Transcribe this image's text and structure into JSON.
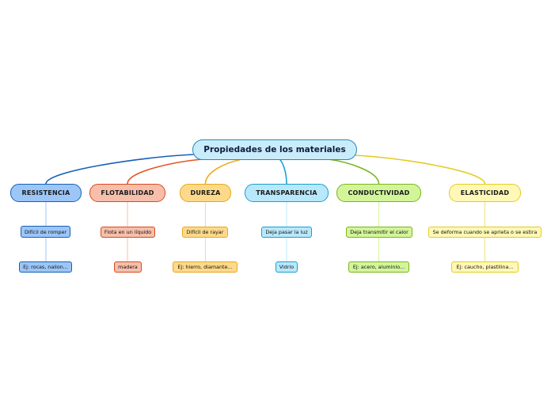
{
  "root": {
    "label": "Propiedades de los materiales",
    "fill": "#c9ecfb",
    "stroke": "#2a87b8"
  },
  "branches": [
    {
      "label": "RESISTENCIA",
      "fill": "#9cc6f7",
      "stroke": "#1761b6",
      "line": "#1761b6",
      "children": [
        "Difícil de romper",
        "Ej: rocas, nailon..."
      ]
    },
    {
      "label": "FLOTABILIDAD",
      "fill": "#f7bfab",
      "stroke": "#d84b1c",
      "line": "#e25525",
      "children": [
        "Flota en un líquido",
        "madera"
      ]
    },
    {
      "label": "DUREZA",
      "fill": "#fdd98a",
      "stroke": "#e7a81b",
      "line": "#efae1c",
      "children": [
        "Difícil de rayar",
        "Ej: hierro, diamante..."
      ]
    },
    {
      "label": "TRANSPARENCIA",
      "fill": "#b8e8fb",
      "stroke": "#1b9fd1",
      "line": "#1b9fd1",
      "children": [
        "Deja pasar la luz",
        "Vidrio"
      ]
    },
    {
      "label": "CONDUCTIVIDAD",
      "fill": "#d3f59a",
      "stroke": "#7ab51f",
      "line": "#7ab51f",
      "children": [
        "Deja transmitir el calor",
        "Ej: acero, aluminio..."
      ]
    },
    {
      "label": "ELASTICIDAD",
      "fill": "#fff8b6",
      "stroke": "#e3cc21",
      "line": "#e3cc21",
      "children": [
        "Se deforma cuando se aprieta o se estira",
        "Ej: caucho, plastilina..."
      ]
    }
  ]
}
